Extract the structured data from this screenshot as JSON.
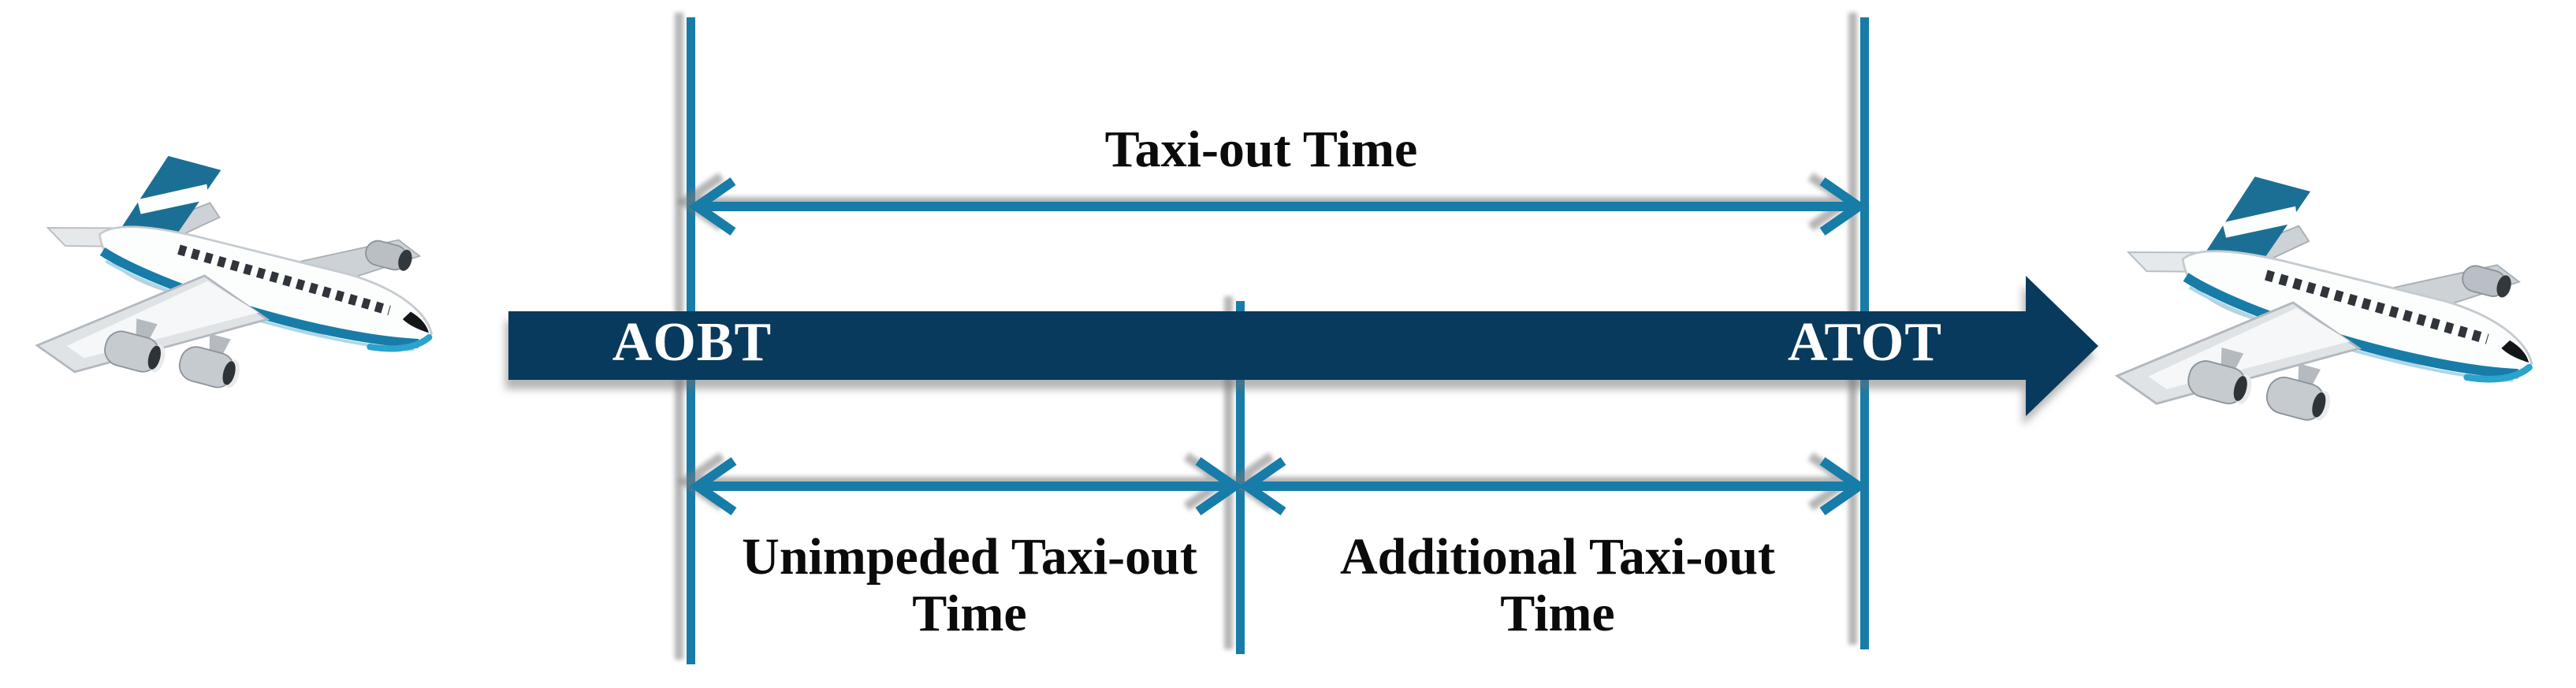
{
  "figure": {
    "top_span_label": "Taxi-out Time",
    "start_marker_label": "AOBT",
    "end_marker_label": "ATOT",
    "left_span_label_line1": "Unimpeded Taxi-out",
    "left_span_label_line2": "Time",
    "right_span_label_line1": "Additional Taxi-out",
    "right_span_label_line2": "Time",
    "icons": {
      "left": "airplane-icon",
      "right": "airplane-icon"
    },
    "colors": {
      "timeline_navy": "#083A5D",
      "arrow_teal": "#177CA8",
      "plane_tail_teal": "#1B6F94",
      "plane_chin_teal": "#2BA3CC",
      "label_text": "#0B0B0B",
      "marker_text": "#FFFFFF",
      "shadow_gray": "#B4B4B4",
      "background": "#FFFFFF"
    }
  }
}
